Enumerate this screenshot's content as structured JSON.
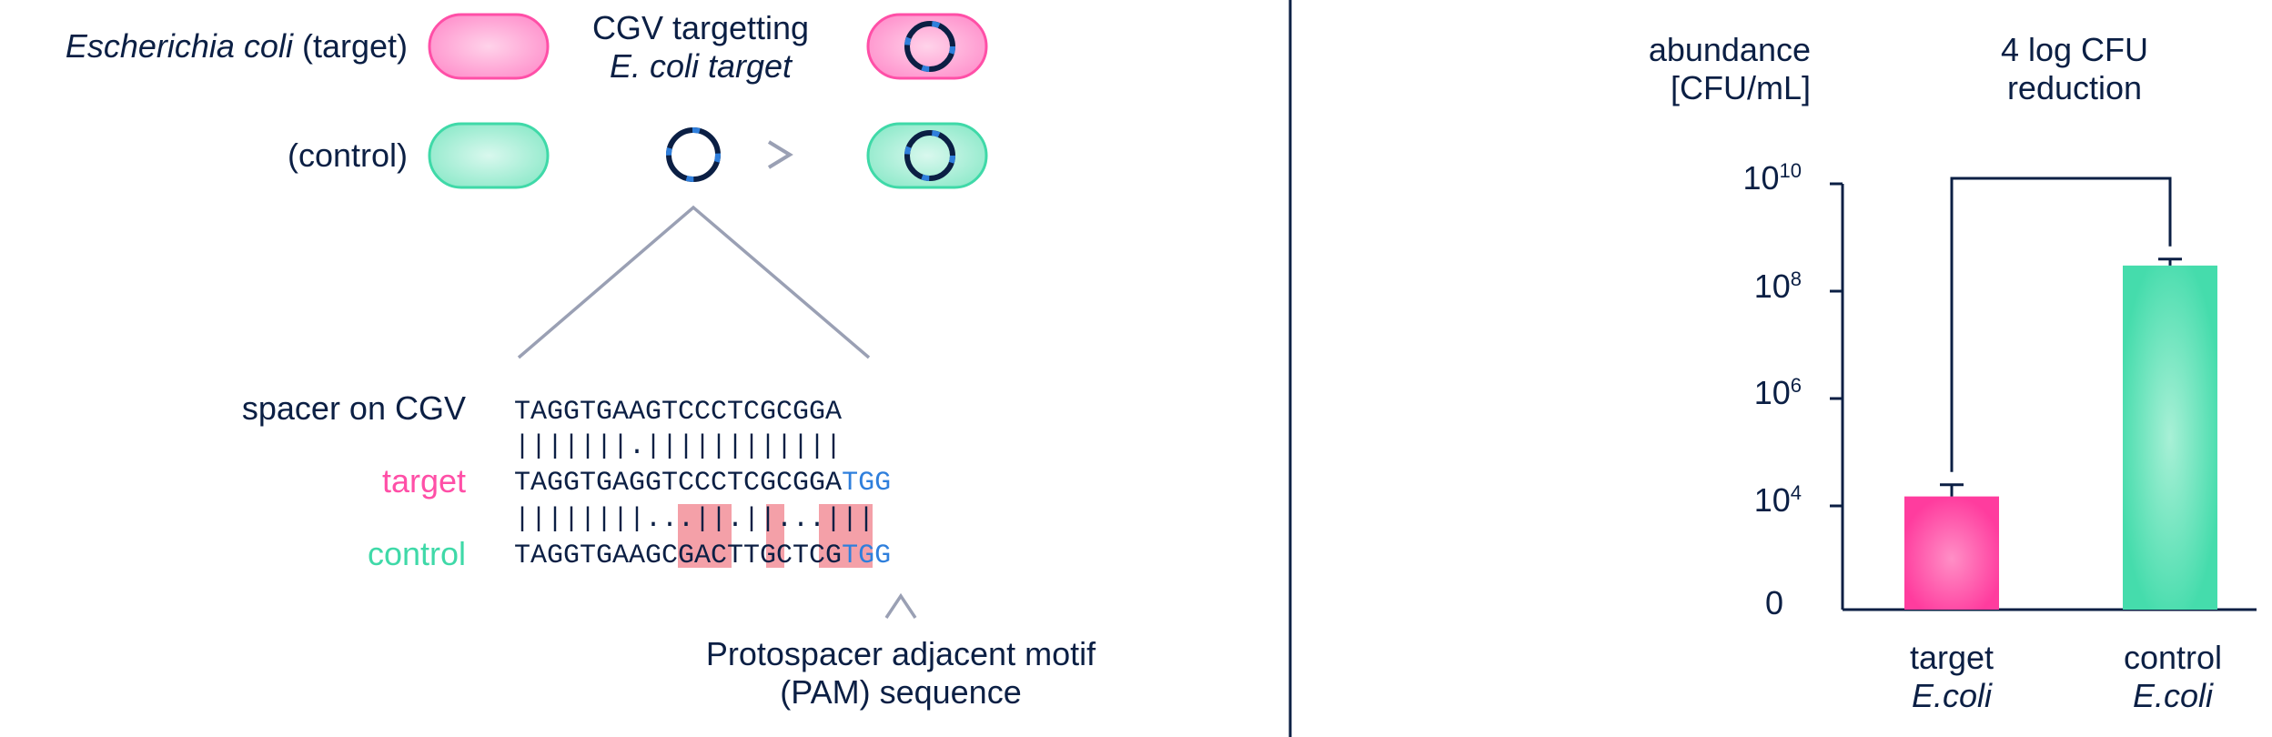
{
  "legend": {
    "target_label_italic": "Escherichia coli",
    "target_label_rest": " (target)",
    "control_label": "(control)",
    "cgv_line1": "CGV  targetting",
    "cgv_line2": "E. coli target"
  },
  "alignment": {
    "spacer_label": "spacer on CGV",
    "target_label": "target",
    "control_label": "control",
    "spacer_seq": "TAGGTGAAGTCCCTCGCGGA",
    "match_line_1": "|||||||.||||||||||||",
    "target_seq": "TAGGTGAGGTCCCTCGCGGA",
    "target_pam": "TGG",
    "match_line_2": "||||||||...||.||...|||",
    "control_seq": "TAGGTGAAGCGACTTGCTCG",
    "control_pam": "TGG",
    "pam_caption_1": "Protospacer adjacent motif",
    "pam_caption_2": "(PAM) sequence"
  },
  "chart_data": {
    "type": "bar",
    "ylabel": [
      "abundance",
      "[CFU/mL]"
    ],
    "annotation": [
      "4 log CFU",
      "reduction"
    ],
    "yscale": "log",
    "yticks": [
      "0",
      "10^4",
      "10^6",
      "10^8",
      "10^10"
    ],
    "categories": [
      {
        "line1": "target",
        "line2": "E.coli"
      },
      {
        "line1": "control",
        "line2": "E.coli"
      }
    ],
    "values": [
      15000,
      300000000
    ],
    "colors": [
      "#ff4fa7",
      "#4ddfb0"
    ]
  },
  "colors": {
    "navy": "#0b1f44",
    "pink": "#ff4fa7",
    "pink_light": "#ffb8dc",
    "mint": "#3fd9a8",
    "mint_light": "#b8f2df",
    "pam_blue": "#2f7fdc",
    "mismatch_red": "#f4a0a8",
    "gray": "#9aa0b4"
  }
}
